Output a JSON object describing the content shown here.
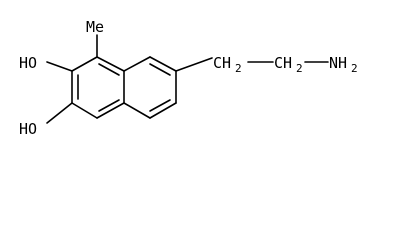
{
  "molecule": {
    "labels": {
      "methyl": "Me",
      "hydroxyl_top": "HO",
      "hydroxyl_bottom": "HO",
      "ch2_a": "CH",
      "ch2_a_sub": "2",
      "ch2_b": "CH",
      "ch2_b_sub": "2",
      "amine": "NH",
      "amine_sub": "2"
    }
  }
}
